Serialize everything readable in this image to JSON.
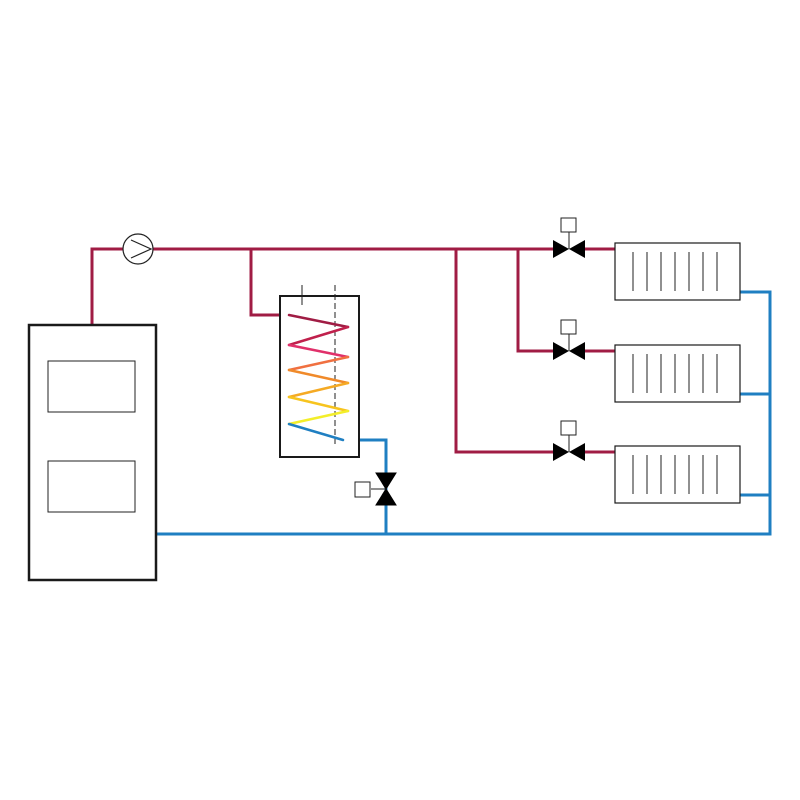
{
  "colors": {
    "supply": "#a01c44",
    "return": "#1f7fc2",
    "outline": "#1a1a1a",
    "coil_gradient": [
      "#a01c44",
      "#e0306a",
      "#f08a2a",
      "#f7c41e",
      "#f3ee2a",
      "#1f7fc2"
    ]
  },
  "components": {
    "boiler": {
      "name": "boiler",
      "windows": 2
    },
    "pump": {
      "name": "circulation-pump",
      "icon": "pump-icon"
    },
    "tank": {
      "name": "hot-water-tank",
      "icon": "heating-coil-icon",
      "coil_turns": 4
    },
    "tank_valve": {
      "name": "zone-valve",
      "icon": "motorized-valve-icon"
    },
    "radiators": [
      {
        "name": "radiator-1",
        "fins": 7
      },
      {
        "name": "radiator-2",
        "fins": 7
      },
      {
        "name": "radiator-3",
        "fins": 7
      }
    ],
    "radiator_valves": [
      {
        "name": "radiator-valve-1",
        "icon": "motorized-valve-icon"
      },
      {
        "name": "radiator-valve-2",
        "icon": "motorized-valve-icon"
      },
      {
        "name": "radiator-valve-3",
        "icon": "motorized-valve-icon"
      }
    ]
  }
}
